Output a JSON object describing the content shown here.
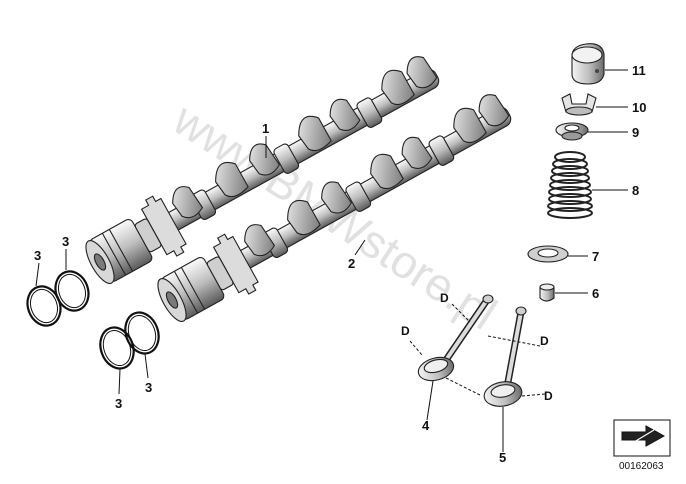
{
  "labels": {
    "cam1": "1",
    "cam2": "2",
    "ring_a": "3",
    "ring_b": "3",
    "ring_c": "3",
    "ring_d": "3",
    "valve_intake": "4",
    "valve_exhaust": "5",
    "valve_stem_seal": "6",
    "spring_seat": "7",
    "valve_spring": "8",
    "spring_retainer": "9",
    "valve_keeper": "10",
    "tappet": "11"
  },
  "dimension_marks": {
    "d1": "D",
    "d2": "D",
    "d3": "D",
    "d4": "D"
  },
  "watermark": "www.BMWstore.pl",
  "diagram_code": "00162063",
  "colors": {
    "ink": "#111111",
    "shade": "#8a8a8a",
    "light": "#e6e6e6",
    "watermark": "#c9c9c9"
  }
}
